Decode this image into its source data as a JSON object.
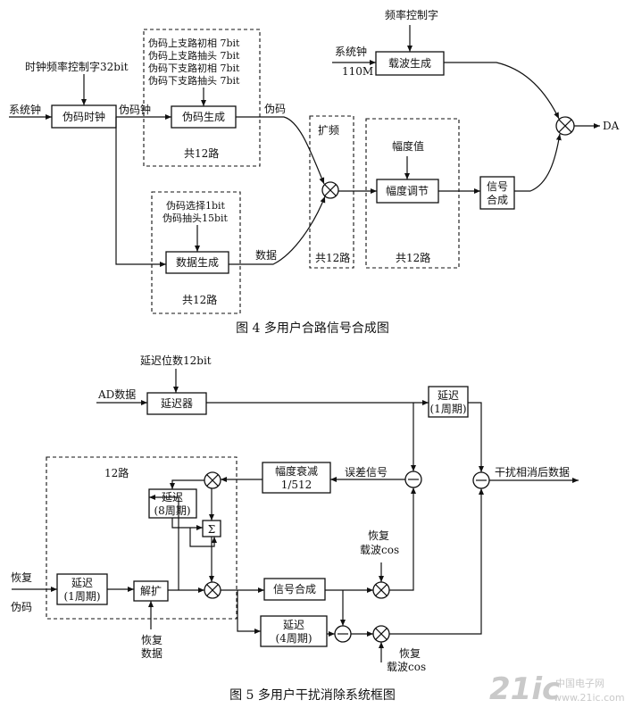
{
  "fig4": {
    "caption": "图 4   多用户合路信号合成图",
    "labels": {
      "sysclk": "系统钟",
      "clkword": "时钟频率控制字32bit",
      "pn_clock_out": "伪码钟",
      "pn_out": "伪码",
      "data_out": "数据",
      "spread": "扩频",
      "amp_value": "幅度值",
      "freq_word": "频率控制字",
      "carrier_clk": "系统钟",
      "carrier_clk_freq": "110M",
      "da": "DA"
    },
    "pn_params": [
      "伪码上支路初相  7bit",
      "伪码上支路抽头  7bit",
      "伪码下支路初相  7bit",
      "伪码下支路抽头  7bit"
    ],
    "data_params": [
      "伪码选择1bit",
      "伪码抽头15bit"
    ],
    "blocks": {
      "pn_clock": "伪码时钟",
      "pn_gen": "伪码生成",
      "data_gen": "数据生成",
      "amp_adj": "幅度调节",
      "sig_comb": [
        "信号",
        "合成"
      ],
      "carrier": "载波生成"
    },
    "group_labels": {
      "pn": "共12路",
      "data": "共12路",
      "spread": "共12路",
      "amp": "共12路"
    }
  },
  "fig5": {
    "caption": "图 5   多用户干扰消除系统框图",
    "labels": {
      "delay_bits": "延迟位数12bit",
      "ad_data": "AD数据",
      "ch12": "12路",
      "err_sig": "误差信号",
      "out": "干扰相消后数据",
      "rec_pn": [
        "恢复",
        "伪码"
      ],
      "rec_carrier1": [
        "恢复",
        "载波cos"
      ],
      "rec_carrier2": [
        "恢复",
        "载波cos"
      ],
      "rec_data": [
        "恢复",
        "数据"
      ],
      "sigma": "Σ"
    },
    "blocks": {
      "delayer": "延迟器",
      "delay1per_top": [
        "延迟",
        "(1周期)"
      ],
      "amp_atten": [
        "幅度衰减",
        "1/512"
      ],
      "delay8": [
        "延迟",
        "(8周期)"
      ],
      "delay1": [
        "延迟",
        "(1周期)"
      ],
      "despread": "解扩",
      "sig_comb": "信号合成",
      "delay4": [
        "延迟",
        "(4周期)"
      ]
    }
  },
  "watermark": {
    "logo": "21ic",
    "site": "中国电子网",
    "url": "www.21ic.com"
  }
}
